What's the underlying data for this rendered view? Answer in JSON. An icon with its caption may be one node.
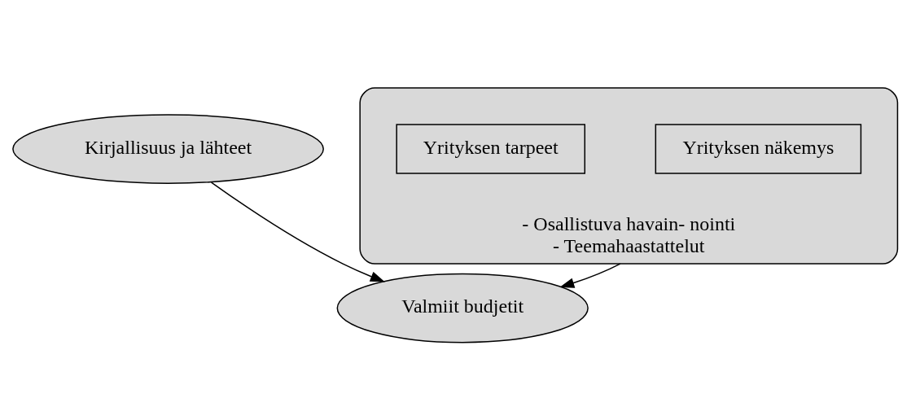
{
  "diagram": {
    "nodes": [
      {
        "text": [
          "Kirjallisuus ja lähteet"
        ]
      },
      {
        "text": [
          "- Osallistuva havain- nointi",
          "- Teemahaastattelut"
        ]
      },
      {
        "text": [
          "Yrityksen näkemys"
        ],
        "in": 1
      },
      {
        "text": [
          "Yrityksen tarpeet"
        ],
        "in": 1
      },
      {
        "text": [
          "Valmiit budjetit"
        ]
      }
    ],
    "edges": [
      {
        "from": 0,
        "to": 4,
        "arrow": "to"
      },
      {
        "from": 1,
        "to": 4,
        "arrow": "to"
      }
    ]
  }
}
